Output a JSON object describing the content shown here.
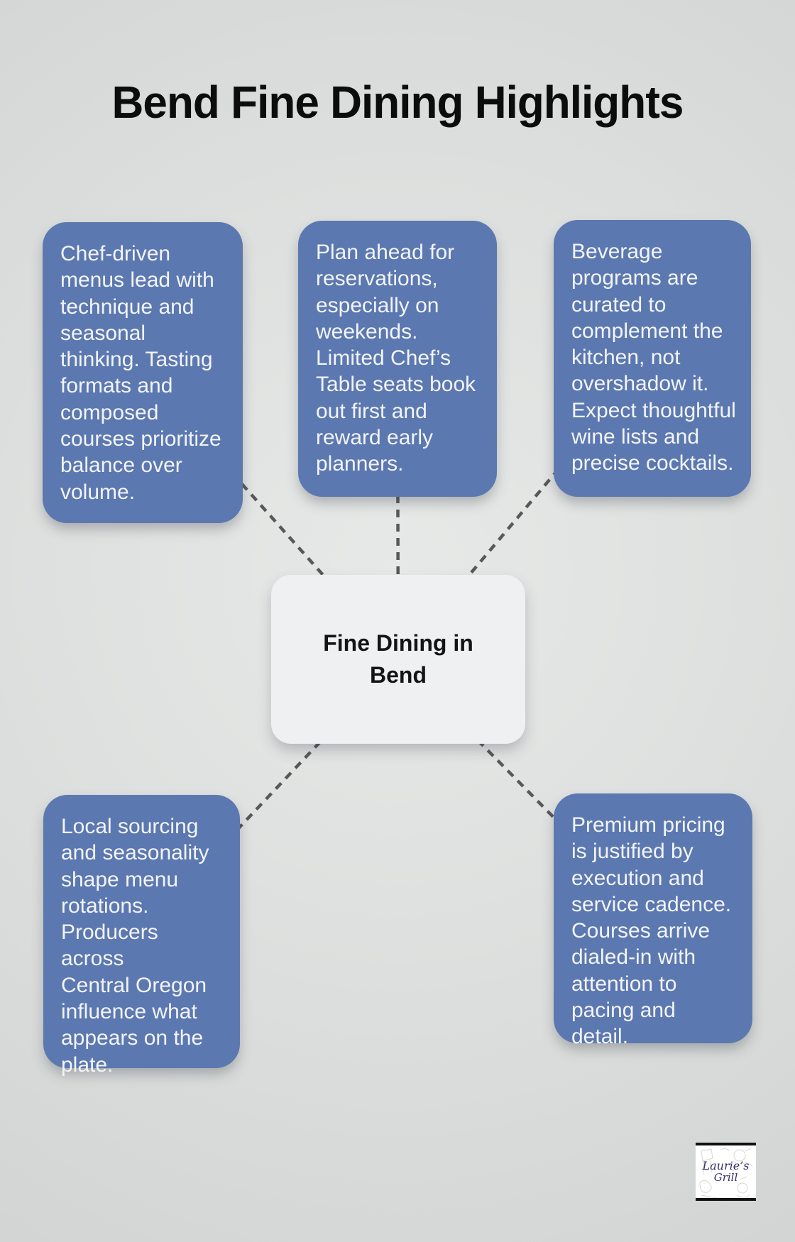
{
  "title": "Bend Fine Dining Highlights",
  "central_node": {
    "label": "Fine Dining in\nBend"
  },
  "nodes": [
    {
      "id": "chef-driven-menus",
      "text": "Chef-driven\nmenus lead with\ntechnique and\nseasonal\nthinking. Tasting\nformats and\ncomposed\ncourses prioritize\nbalance over\nvolume."
    },
    {
      "id": "reservations",
      "text": "Plan ahead for\nreservations,\nespecially on\nweekends.\nLimited Chef’s\nTable seats book\nout first and\nreward early\nplanners."
    },
    {
      "id": "beverage-programs",
      "text": "Beverage\nprograms are\ncurated to\ncomplement the\nkitchen, not\novershadow it.\nExpect thoughtful\nwine lists and\nprecise cocktails."
    },
    {
      "id": "local-sourcing",
      "text": "Local sourcing\nand seasonality\nshape menu\nrotations.\nProducers across\nCentral Oregon\ninfluence what\nappears on the\nplate."
    },
    {
      "id": "premium-pricing",
      "text": "Premium pricing\nis justified by\nexecution and\nservice cadence.\nCourses arrive\ndialed-in with\nattention to\npacing and detail."
    }
  ],
  "logo": {
    "name_line1": "Laurie’s",
    "name_line2": "Grill"
  },
  "colors": {
    "background": "#dee0df",
    "node_fill": "#5c78b0",
    "node_text": "#f2f4f7",
    "central_fill": "#eef0f2",
    "central_text": "#141414",
    "connector": "#57585a",
    "title_text": "#0c0c0c",
    "logo_text": "#3b2d6e"
  }
}
